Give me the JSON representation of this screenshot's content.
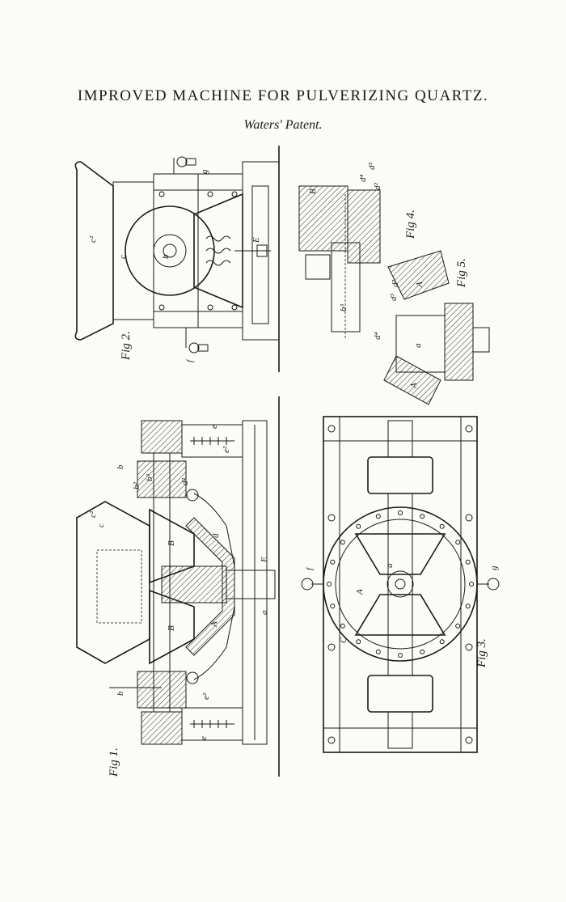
{
  "title": "IMPROVED MACHINE FOR PULVERIZING QUARTZ.",
  "subtitle": "Waters' Patent.",
  "figures": {
    "fig1": "Fig 1.",
    "fig2": "Fig 2.",
    "fig3": "Fig 3.",
    "fig4": "Fig 4.",
    "fig5": "Fig 5."
  },
  "letters": {
    "A": "A",
    "B": "B",
    "C": "C",
    "E": "E",
    "a": "a",
    "b": "b",
    "c": "c",
    "c2": "c²",
    "d": "d",
    "d2": "d²",
    "d3": "d³",
    "d4": "d⁴",
    "e": "e",
    "e2": "e²",
    "f": "f",
    "g": "g",
    "b2": "b²",
    "b3": "b³"
  }
}
